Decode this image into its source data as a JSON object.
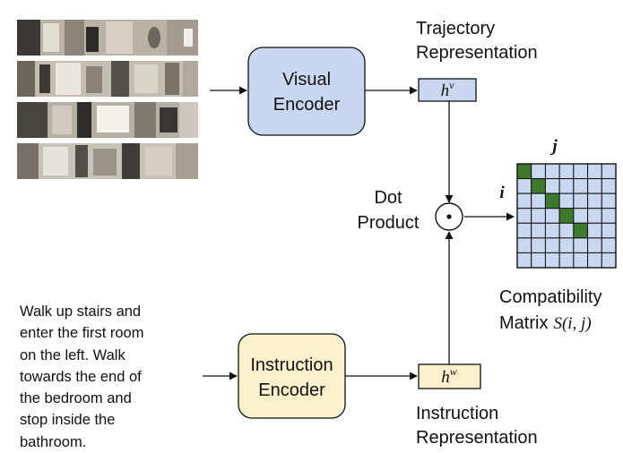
{
  "visual_encoder": {
    "line1": "Visual",
    "line2": "Encoder",
    "fill": "#c9d8f0"
  },
  "instruction_encoder": {
    "line1": "Instruction",
    "line2": "Encoder",
    "fill": "#fdf0cc"
  },
  "trajectory_representation": {
    "line1": "Trajectory",
    "line2": "Representation",
    "symbol": "h",
    "sup": "v"
  },
  "instruction_representation": {
    "line1": "Instruction",
    "line2": "Representation",
    "symbol": "h",
    "sup": "w"
  },
  "dot_product": {
    "line1": "Dot",
    "line2": "Product",
    "symbol": "⊙"
  },
  "matrix": {
    "row_label": "i",
    "col_label": "j",
    "caption_line1": "Compatibility",
    "caption_line2_prefix": "Matrix",
    "caption_formula": "S(i, j)",
    "rows": 7,
    "cols": 7,
    "highlighted_cells": [
      [
        0,
        0
      ],
      [
        1,
        1
      ],
      [
        2,
        2
      ],
      [
        3,
        3
      ],
      [
        4,
        4
      ]
    ],
    "cell_fill": "#c9d8f0",
    "highlight_fill": "#3d7a2c"
  },
  "instruction_text": [
    "Walk up stairs and",
    "enter the first room",
    "on the left. Walk",
    "towards the end of",
    "the bedroom and",
    "stop inside the",
    "bathroom."
  ]
}
